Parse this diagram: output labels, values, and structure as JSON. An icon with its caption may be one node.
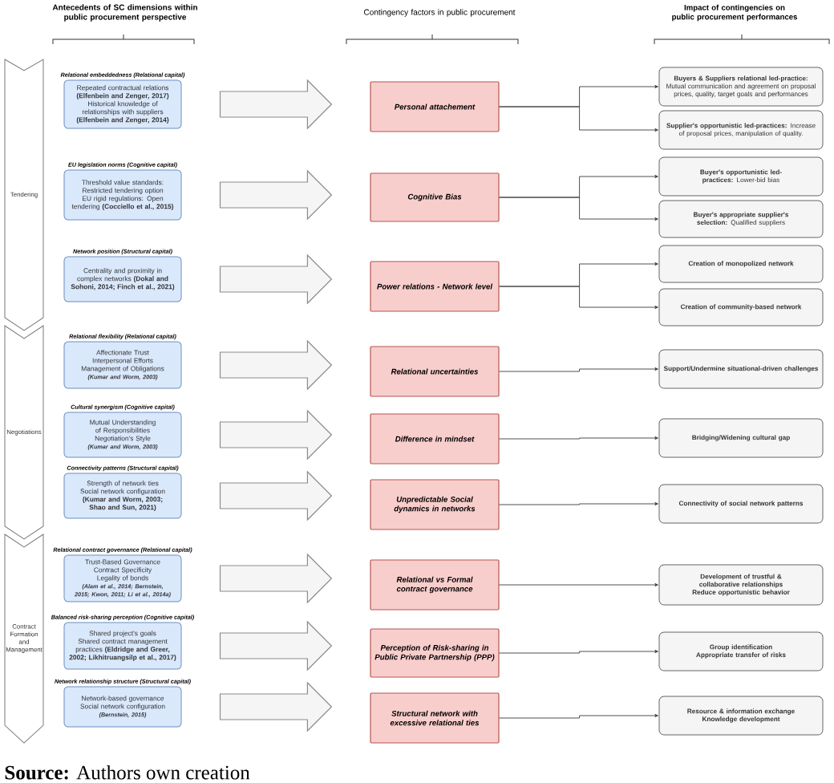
{
  "diagram": {
    "caption": "**Source:** Authors own creation",
    "nodes": [
      {
        "text": [
          "Tendering"
        ]
      },
      {
        "text": [
          "Negotiations"
        ]
      },
      {
        "text": [
          "Contract Formation and Management"
        ]
      },
      {
        "text": [
          "Relational embeddedness (Relational capital)",
          "Repeated contractual relations **(Elfenbein and Zenger, 2017)**",
          "Historical knowledge of relationships with suppliers **(Elfenbein and Zenger, 2014)**"
        ]
      },
      {
        "text": [
          "EU legislation norms (Cognitive capital)",
          "Threshold value standards: Restricted tendering option",
          "EU rigid regulations: Open tendering **(Cocciello et al., 2015)**"
        ]
      },
      {
        "text": [
          "Network position (Structural capital)",
          "Centrality and proximity in complex networks **(Dokal and Sohoni, 2014; Finch et al., 2021)**"
        ]
      },
      {
        "text": [
          "Relational flexibility (Relational capital)",
          "Affectionate Trust",
          "Interpersonal Efforts",
          "Management of Obligations",
          "(Kumar and Worm, 2003)"
        ]
      },
      {
        "text": [
          "Cultural synergism (Cognitive capital)",
          "Mutual Understanding of Responsibilities",
          "Negotiation's Style",
          "(Kumar and Worm, 2003)"
        ]
      },
      {
        "text": [
          "Connectivity patterns (Structural capital)",
          "Strength of network ties",
          "Social network configuration **(Kumar and Worm, 2003; Shao and Sun, 2021)**"
        ]
      },
      {
        "text": [
          "Relational contract governance (Relational capital)",
          "Trust-Based Governance",
          "Contract Specificity",
          "Legality of bonds",
          "(Alam et al., 2014; Bernstein, 2015; Kwon, 2011; Li et al., 2014a)"
        ]
      },
      {
        "text": [
          "Balanced risk-sharing perception (Cognitive capital)",
          "Shared project's goals",
          "Shared contract management practices **(Eldridge and Greer, 2002; Likhitruangsilp et al., 2017)**"
        ]
      },
      {
        "text": [
          "Network relationship structure (Structural capital)",
          "Network-based governance",
          "Social network configuration",
          "(Bernstein, 2015)"
        ]
      },
      {
        "text": [
          "Personal attachement"
        ]
      },
      {
        "text": [
          "Cognitive Bias"
        ]
      },
      {
        "text": [
          "Power relations - Network level"
        ]
      },
      {
        "text": [
          "Relational uncertainties"
        ]
      },
      {
        "text": [
          "Difference in mindset"
        ]
      },
      {
        "text": [
          "Unpredictable Social dynamics in networks"
        ]
      },
      {
        "text": [
          "Relational vs Formal contract governance"
        ]
      },
      {
        "text": [
          "Perception of Risk-sharing in Public Private Partnership (PPP)"
        ]
      },
      {
        "text": [
          "Structural network with excessive relational ties"
        ]
      },
      {
        "text": [
          "**Buyers & Suppliers relational led-practice:** Mutual communication and agreement on proposal prices, quality, target goals and performances"
        ]
      },
      {
        "text": [
          "**Supplier's opportunistic led-practices:** Increase of proposal prices, manipulation of quality."
        ]
      },
      {
        "text": [
          "**Buyer's opportunistic led- practices:** Lower-bid bias"
        ]
      },
      {
        "text": [
          "**Buyer's appropriate supplier's selection:** Qualified suppliers"
        ]
      },
      {
        "text": [
          "Creation of monopolized network"
        ]
      },
      {
        "text": [
          "Creation of community-based network"
        ]
      },
      {
        "text": [
          "Support/Undermine situational-driven challenges"
        ]
      },
      {
        "text": [
          "Bridging/Widening cultural gap"
        ]
      },
      {
        "text": [
          "Connectivity of social network patterns"
        ]
      },
      {
        "text": [
          "Development of trustful & collaborative relationships",
          "Reduce opportunistic behavior"
        ]
      },
      {
        "text": [
          "Group identification",
          "Appropriate transfer of risks"
        ]
      },
      {
        "text": [
          "Resource & information exchange",
          "Knowledge development"
        ]
      }
    ],
    "edges": [
      {
        "from": 3,
        "to": 12,
        "arrow": "to"
      },
      {
        "from": 4,
        "to": 13,
        "arrow": "to"
      },
      {
        "from": 5,
        "to": 14,
        "arrow": "to"
      },
      {
        "from": 6,
        "to": 15,
        "arrow": "to"
      },
      {
        "from": 7,
        "to": 16,
        "arrow": "to"
      },
      {
        "from": 8,
        "to": 17,
        "arrow": "to"
      },
      {
        "from": 9,
        "to": 18,
        "arrow": "to"
      },
      {
        "from": 10,
        "to": 19,
        "arrow": "to"
      },
      {
        "from": 11,
        "to": 20,
        "arrow": "to"
      },
      {
        "from": 12,
        "to": 21,
        "arrow": "to"
      },
      {
        "from": 12,
        "to": 22,
        "arrow": "to"
      },
      {
        "from": 13,
        "to": 23,
        "arrow": "to"
      },
      {
        "from": 13,
        "to": 24,
        "arrow": "to"
      },
      {
        "from": 14,
        "to": 25,
        "arrow": "to"
      },
      {
        "from": 14,
        "to": 26,
        "arrow": "to"
      },
      {
        "from": 15,
        "to": 27,
        "arrow": "to"
      },
      {
        "from": 16,
        "to": 28,
        "arrow": "to"
      },
      {
        "from": 17,
        "to": 29,
        "arrow": "to"
      },
      {
        "from": 18,
        "to": 30,
        "arrow": "to"
      },
      {
        "from": 19,
        "to": 31,
        "arrow": "to"
      },
      {
        "from": 20,
        "to": 32,
        "arrow": "to"
      }
    ],
    "labels": [
      "Antecedents of SC dimensions within public procurement perspective",
      "Contingency factors in public procurement",
      "Impact of contingencies on public procurement performances"
    ]
  }
}
